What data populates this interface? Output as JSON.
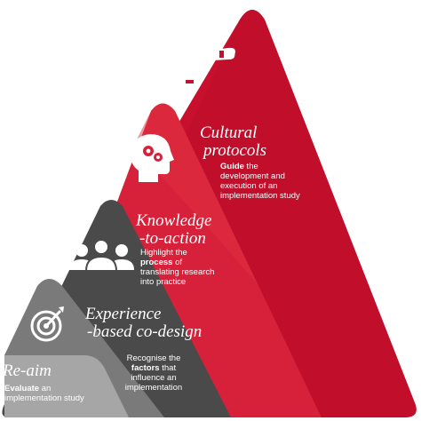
{
  "colors": {
    "outer_red": "#c8102e",
    "outer_red_dark": "#9e0d24",
    "mid_red": "#d7213a",
    "dark_gray": "#4a4a4a",
    "mid_gray": "#7a7a7a",
    "light_gray": "#a6a6a6",
    "text": "#ffffff"
  },
  "icons": {
    "tier1": "boomerang-icon",
    "tier2": "head-with-gears-icon",
    "tier3": "group-of-people-icon",
    "tier4": "target-with-arrow-icon"
  },
  "tiers": [
    {
      "title_line1": "Cultural",
      "title_line2": "protocols",
      "bold": "Guide",
      "rest_line1": " the",
      "rest_line2": "development and",
      "rest_line3": "execution of an",
      "rest_line4": "implementation study"
    },
    {
      "title_line1": "Knowledge",
      "title_line2": "-to-action",
      "pre_line1": "Highlight the",
      "pre_bold_prefix": "",
      "bold": "process",
      "rest_line2": " of",
      "rest_line3": "translating research",
      "rest_line4": "into practice"
    },
    {
      "title_line1": "Experience",
      "title_line2": "-based co-design",
      "pre_line1": "Recognise the",
      "bold": "factors",
      "rest_line2": " that",
      "rest_line3": "influence an",
      "rest_line4": "implementation"
    },
    {
      "title_line1": "Re-aim",
      "bold": "Evaluate",
      "rest_line1": " an",
      "rest_line2": "implementation study"
    }
  ]
}
